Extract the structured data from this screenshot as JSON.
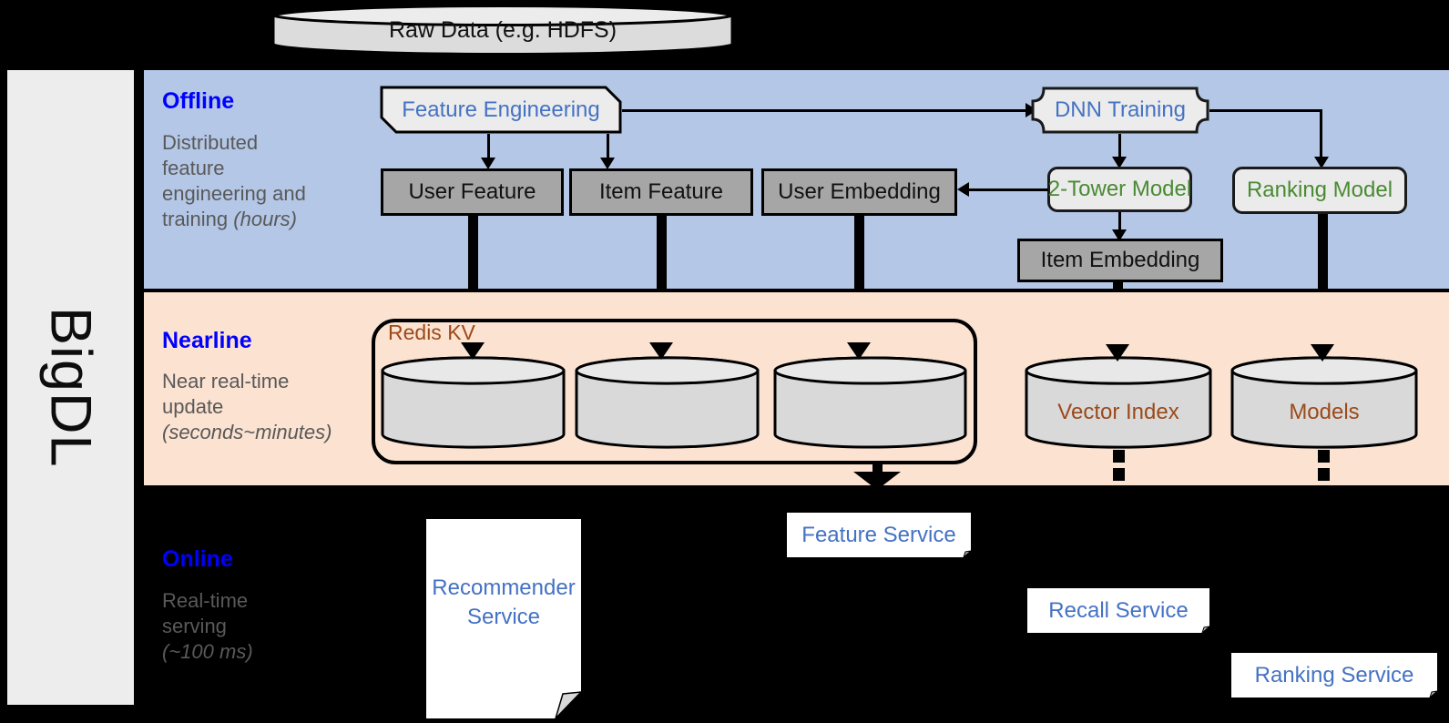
{
  "framework": {
    "name": "BigDL"
  },
  "source": {
    "label": "Raw Data (e.g. HDFS)"
  },
  "bands": {
    "offline": {
      "title": "Offline",
      "subtitle_lines": [
        "Distributed",
        "feature",
        "engineering and",
        "training "
      ],
      "subtitle_italic": "(hours)",
      "bg_color": "#b4c7e7",
      "title_color": "#0000ff"
    },
    "nearline": {
      "title": "Nearline",
      "subtitle_lines": [
        "Near real-time",
        "update "
      ],
      "subtitle_italic": "(seconds~minutes)",
      "bg_color": "#fbe2d1",
      "title_color": "#0000ff"
    },
    "online": {
      "title": "Online",
      "subtitle_lines": [
        "Real-time",
        "serving "
      ],
      "subtitle_italic": "(~100 ms)",
      "bg_color": "#000000",
      "title_color": "#0000ff"
    }
  },
  "offline": {
    "feature_engineering": {
      "label": "Feature Engineering",
      "text_color": "#4472c4"
    },
    "dnn_training": {
      "label": "DNN Training",
      "text_color": "#4472c4"
    },
    "two_tower_model": {
      "label": "2-Tower Model",
      "text_color": "#4a8a33"
    },
    "ranking_model": {
      "label": "Ranking Model",
      "text_color": "#4a8a33"
    },
    "stores": [
      {
        "label": "User Feature"
      },
      {
        "label": "Item Feature"
      },
      {
        "label": "User Embedding"
      },
      {
        "label": "Item Embedding"
      }
    ]
  },
  "nearline": {
    "redis_kv": {
      "label": "Redis KV",
      "text_color": "#9c4a1a"
    },
    "cylinders": [
      {
        "label": ""
      },
      {
        "label": ""
      },
      {
        "label": ""
      },
      {
        "label": "Vector Index"
      },
      {
        "label": "Models"
      }
    ]
  },
  "online": {
    "services": [
      {
        "label": "Recommender Service",
        "line1": "Recommender",
        "line2": "Service"
      },
      {
        "label": "Feature Service"
      },
      {
        "label": "Recall Service"
      },
      {
        "label": "Ranking Service"
      }
    ],
    "text_color": "#4472c4"
  }
}
